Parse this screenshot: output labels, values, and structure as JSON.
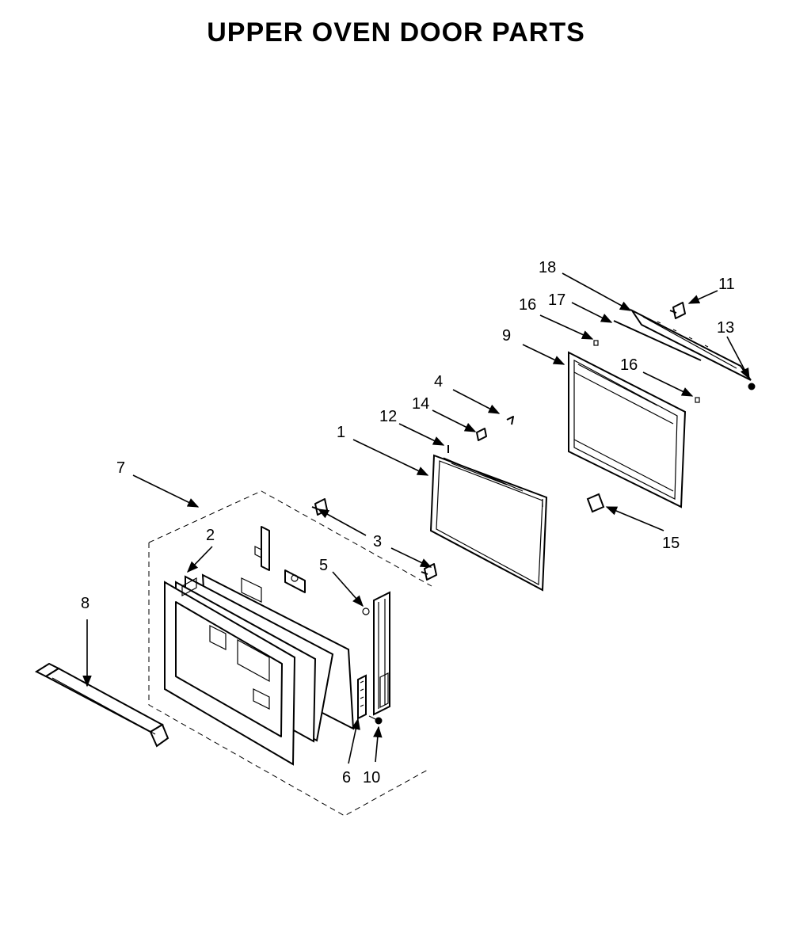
{
  "title": "UPPER OVEN DOOR PARTS",
  "callouts": [
    {
      "id": "c1",
      "label": "1"
    },
    {
      "id": "c2",
      "label": "2"
    },
    {
      "id": "c3",
      "label": "3"
    },
    {
      "id": "c4",
      "label": "4"
    },
    {
      "id": "c5",
      "label": "5"
    },
    {
      "id": "c6",
      "label": "6"
    },
    {
      "id": "c7",
      "label": "7"
    },
    {
      "id": "c8",
      "label": "8"
    },
    {
      "id": "c9",
      "label": "9"
    },
    {
      "id": "c10",
      "label": "10"
    },
    {
      "id": "c11",
      "label": "11"
    },
    {
      "id": "c12",
      "label": "12"
    },
    {
      "id": "c13",
      "label": "13"
    },
    {
      "id": "c14",
      "label": "14"
    },
    {
      "id": "c15",
      "label": "15"
    },
    {
      "id": "c16a",
      "label": "16"
    },
    {
      "id": "c16b",
      "label": "16"
    },
    {
      "id": "c17",
      "label": "17"
    },
    {
      "id": "c18",
      "label": "18"
    }
  ]
}
